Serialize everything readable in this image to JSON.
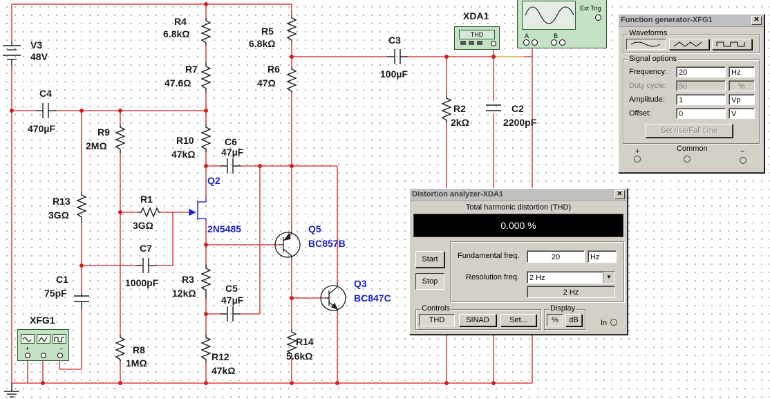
{
  "schematic": {
    "components": {
      "V3": {
        "ref": "V3",
        "value": "48V"
      },
      "R4": {
        "ref": "R4",
        "value": "6.8kΩ"
      },
      "R5": {
        "ref": "R5",
        "value": "6.8kΩ"
      },
      "R7": {
        "ref": "R7",
        "value": "47.6Ω"
      },
      "R6": {
        "ref": "R6",
        "value": "47Ω"
      },
      "C3": {
        "ref": "C3",
        "value": "100µF"
      },
      "C4": {
        "ref": "C4",
        "value": "470µF"
      },
      "R2": {
        "ref": "R2",
        "value": "2kΩ"
      },
      "C2": {
        "ref": "C2",
        "value": "2200pF"
      },
      "R9": {
        "ref": "R9",
        "value": "2MΩ"
      },
      "R10": {
        "ref": "R10",
        "value": "47kΩ"
      },
      "C6": {
        "ref": "C6",
        "value": "47µF"
      },
      "Q2": {
        "ref": "Q2",
        "value": "2N5485"
      },
      "R13": {
        "ref": "R13",
        "value": "3GΩ"
      },
      "R1": {
        "ref": "R1",
        "value": "3GΩ"
      },
      "Q5": {
        "ref": "Q5",
        "value": "BC857B"
      },
      "C7": {
        "ref": "C7",
        "value": "1000pF"
      },
      "C1": {
        "ref": "C1",
        "value": "75pF"
      },
      "R3": {
        "ref": "R3",
        "value": "12kΩ"
      },
      "C5": {
        "ref": "C5",
        "value": "47µF"
      },
      "Q3": {
        "ref": "Q3",
        "value": "BC847C"
      },
      "R8": {
        "ref": "R8",
        "value": "1MΩ"
      },
      "R12": {
        "ref": "R12",
        "value": "47kΩ"
      },
      "R14": {
        "ref": "R14",
        "value": "5.6kΩ"
      },
      "XFG1": {
        "ref": "XFG1"
      },
      "XDA1": {
        "ref": "XDA1",
        "icon_label": "THD"
      }
    },
    "scope_icon": {
      "ext_trig": "Ext Trig",
      "a": "A",
      "b": "B"
    }
  },
  "function_generator": {
    "title": "Function generator-XFG1",
    "waveforms_label": "Waveforms",
    "waveforms": [
      "sine",
      "triangle",
      "square"
    ],
    "signal_options_label": "Signal options",
    "frequency": {
      "label": "Frequency:",
      "value": "20",
      "unit": "Hz"
    },
    "duty_cycle": {
      "label": "Duty cycle:",
      "value": "50",
      "unit": "%"
    },
    "amplitude": {
      "label": "Amplitude:",
      "value": "1",
      "unit": "Vp"
    },
    "offset": {
      "label": "Offset:",
      "value": "0",
      "unit": "V"
    },
    "set_rise_fall": "Set rise/Fall time",
    "plus": "+",
    "common": "Common",
    "minus": "−"
  },
  "distortion_analyzer": {
    "title": "Distortion analyzer-XDA1",
    "header": "Total harmonic distortion (THD)",
    "display_value": "0.000 %",
    "start": "Start",
    "stop": "Stop",
    "fundamental": {
      "label": "Fundamental freq.",
      "value": "20",
      "unit": "Hz"
    },
    "resolution": {
      "label": "Resolution freq.",
      "value": "2 Hz",
      "readout": "2 Hz"
    },
    "controls_label": "Controls",
    "thd": "THD",
    "sinad": "SINAD",
    "set": "Set...",
    "display_label": "Display",
    "percent": "%",
    "db": "dB",
    "in": "In"
  }
}
